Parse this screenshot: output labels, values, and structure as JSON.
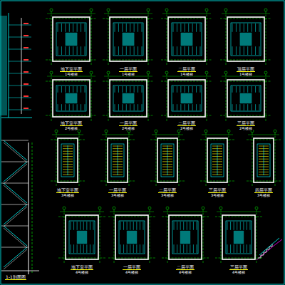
{
  "diagram": {
    "labels": [
      "地下室平面",
      "1号楼梯",
      "一层平面",
      "1号楼梯",
      "二层平面",
      "1号楼梯",
      "顶层平面",
      "1号楼梯",
      "地下室平面",
      "2号楼梯",
      "一层平面",
      "2号楼梯",
      "二层平面",
      "2号楼梯",
      "三层平面",
      "2号楼梯",
      "地下室平面",
      "3号楼梯",
      "一层平面",
      "3号楼梯",
      "二层平面",
      "3号楼梯",
      "三层平面",
      "3号楼梯",
      "四层平面",
      "3号楼梯",
      "地下室平面",
      "4号楼梯",
      "一层平面",
      "4号楼梯",
      "二层平面",
      "4号楼梯",
      "三层平面",
      "4号楼梯",
      "1-1剖面图"
    ]
  }
}
